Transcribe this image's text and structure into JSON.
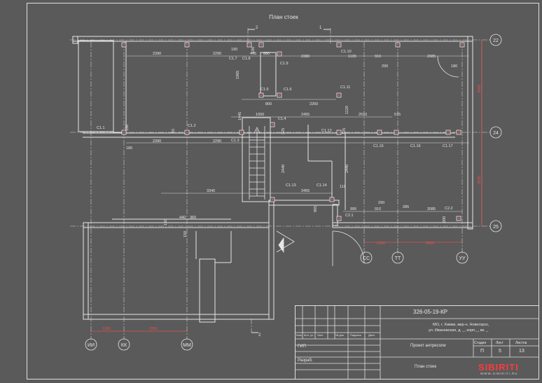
{
  "sheet_title": "План стоек",
  "section_marks": [
    "2",
    "1",
    "2"
  ],
  "grid_axes_right": [
    "22",
    "24",
    "25"
  ],
  "grid_axes_bottom": [
    "ИИ",
    "КК",
    "ММ"
  ],
  "grid_axes_bottom_mid": [
    "СС",
    "ТТ",
    "УУ"
  ],
  "column_labels": [
    "С1.1",
    "С1.2",
    "С1.3",
    "С1.4",
    "С1.5",
    "С1.6",
    "С1.7",
    "С1.8",
    "С1.9",
    "С1.10",
    "С1.11",
    "С1.12",
    "С1.13",
    "С1.14",
    "С1.15",
    "С1.16",
    "С1.17",
    "С2.1",
    "С2.2"
  ],
  "dimensions_top_row": [
    "2390",
    "2290",
    "445",
    "680",
    "2380",
    "1105",
    "910",
    "2085"
  ],
  "dimensions_middle_row": [
    "2390",
    "2290",
    "1050",
    "2455",
    "2010",
    "575"
  ],
  "dimensions_lower_row": [
    "3340",
    "2455",
    "995",
    "910",
    "2085"
  ],
  "dimensions_small": [
    "190",
    "150",
    "180",
    "290",
    "1965",
    "800",
    "2260",
    "1120",
    "1445",
    "325",
    "15",
    "160",
    "2440",
    "110",
    "285",
    "905",
    "200",
    "440",
    "360",
    "150",
    "150",
    "15"
  ],
  "dimensions_vertical_right": [
    "3000",
    "3600"
  ],
  "dimensions_red_bottom_left": [
    "1200",
    "2350"
  ],
  "dimensions_red_bottom_mid": [
    "1260",
    "2850"
  ],
  "title_block": {
    "code": "326-05-19-КР",
    "address_line1": "МО, г. Химки, мкр-н. Новогорск,",
    "address_line2": "ул. Ивановская, д. _, корп._, кв. _",
    "header_cols": [
      "Изм.",
      "Кол. уч.",
      "Лист",
      "№ док.",
      "Подпись",
      "Дата"
    ],
    "row_gip": "ГИП",
    "row_razrab": "Разраб.",
    "project_name": "Проект антресоли",
    "sheet_name": "План стоек",
    "stage_label": "Стадия",
    "sheet_label": "Лист",
    "sheets_label": "Листов",
    "stage_value": "П",
    "sheet_value": "5",
    "sheets_value": "13"
  },
  "logo_text": "SIBIRITI",
  "logo_sub": "WWW.SIBIRITI.RU",
  "colors": {
    "background": "#5a5a5a",
    "lines": "#e6e6e6",
    "accent_red": "#ff3b3b",
    "dim_red": "#e05050"
  }
}
